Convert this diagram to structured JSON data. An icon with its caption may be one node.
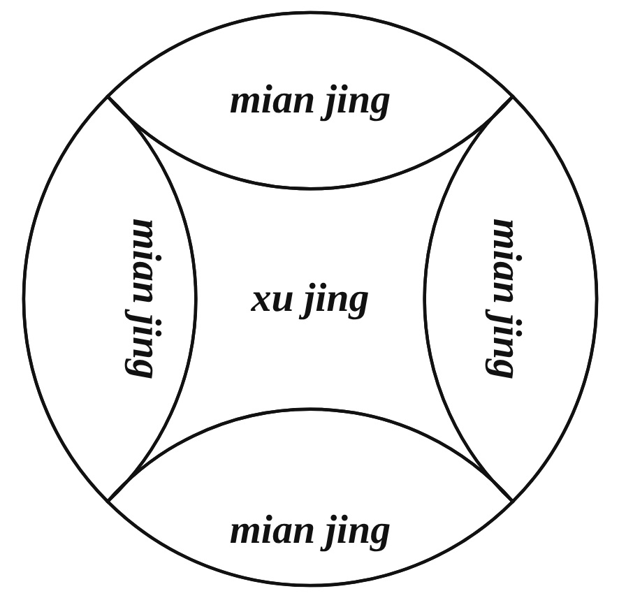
{
  "diagram": {
    "nodes": [
      {
        "text": [],
        "shape": "circle"
      },
      {
        "text": [
          "mian jing"
        ],
        "in": 0
      },
      {
        "text": [
          "mian jing"
        ],
        "in": 0
      },
      {
        "text": [
          "xu jing"
        ],
        "in": 0
      },
      {
        "text": [
          "mian jing"
        ],
        "in": 0
      },
      {
        "text": [
          "mian jing"
        ],
        "in": 0
      }
    ]
  }
}
